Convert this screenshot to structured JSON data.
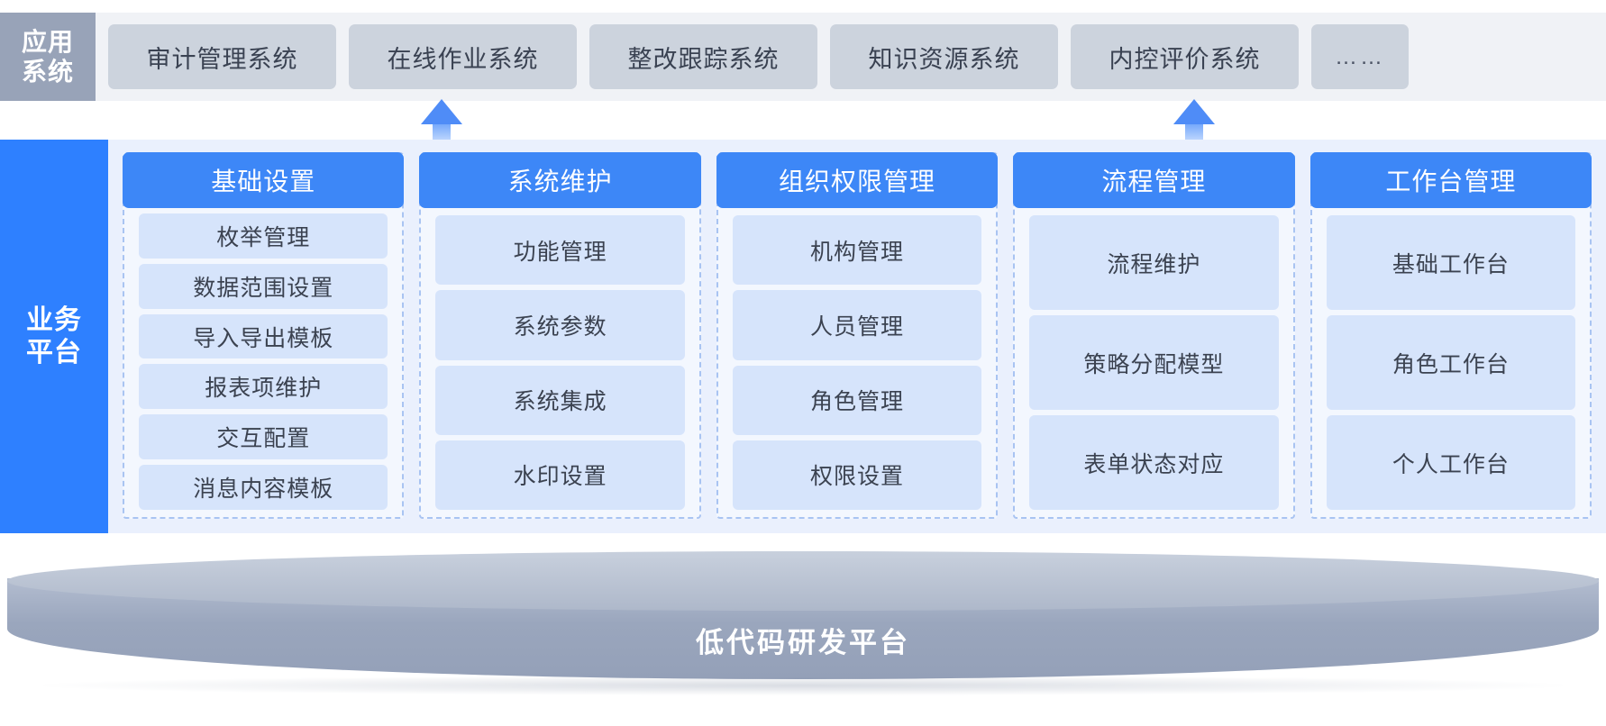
{
  "application_layer": {
    "label": "应用系统",
    "label_lines": [
      "应用",
      "系统"
    ],
    "systems": [
      {
        "name": "审计管理系统",
        "kind": "card"
      },
      {
        "name": "在线作业系统",
        "kind": "card"
      },
      {
        "name": "整改跟踪系统",
        "kind": "card"
      },
      {
        "name": "知识资源系统",
        "kind": "card"
      },
      {
        "name": "内控评价系统",
        "kind": "card"
      },
      {
        "name": "……",
        "kind": "more"
      }
    ]
  },
  "connectors": [
    {
      "type": "up-arrow",
      "from": "在线作业系统"
    },
    {
      "type": "up-arrow",
      "from": "内控评价系统"
    }
  ],
  "business_platform": {
    "label": "业务平台",
    "label_lines": [
      "业务",
      "平台"
    ],
    "groups": [
      {
        "title": "基础设置",
        "items": [
          "枚举管理",
          "数据范围设置",
          "导入导出模板",
          "报表项维护",
          "交互配置",
          "消息内容模板"
        ]
      },
      {
        "title": "系统维护",
        "items": [
          "功能管理",
          "系统参数",
          "系统集成",
          "水印设置"
        ]
      },
      {
        "title": "组织权限管理",
        "items": [
          "机构管理",
          "人员管理",
          "角色管理",
          "权限设置"
        ]
      },
      {
        "title": "流程管理",
        "items": [
          "流程维护",
          "策略分配模型",
          "表单状态对应"
        ]
      },
      {
        "title": "工作台管理",
        "items": [
          "基础工作台",
          "角色工作台",
          "个人工作台"
        ]
      }
    ]
  },
  "foundation": {
    "label": "低代码研发平台"
  },
  "colors": {
    "app_label_bg": "#98a3b8",
    "app_card_bg": "#ccd3dd",
    "app_strip_bg": "#f0f2f6",
    "biz_label_bg": "#2e80ff",
    "biz_inner_bg": "#eaf0fd",
    "group_head_bg": "#3d87f7",
    "group_item_bg": "#d6e4fb",
    "group_border": "#a9c4f2",
    "arrow": "#4f8cf7",
    "platform": "#9aa6bd"
  }
}
